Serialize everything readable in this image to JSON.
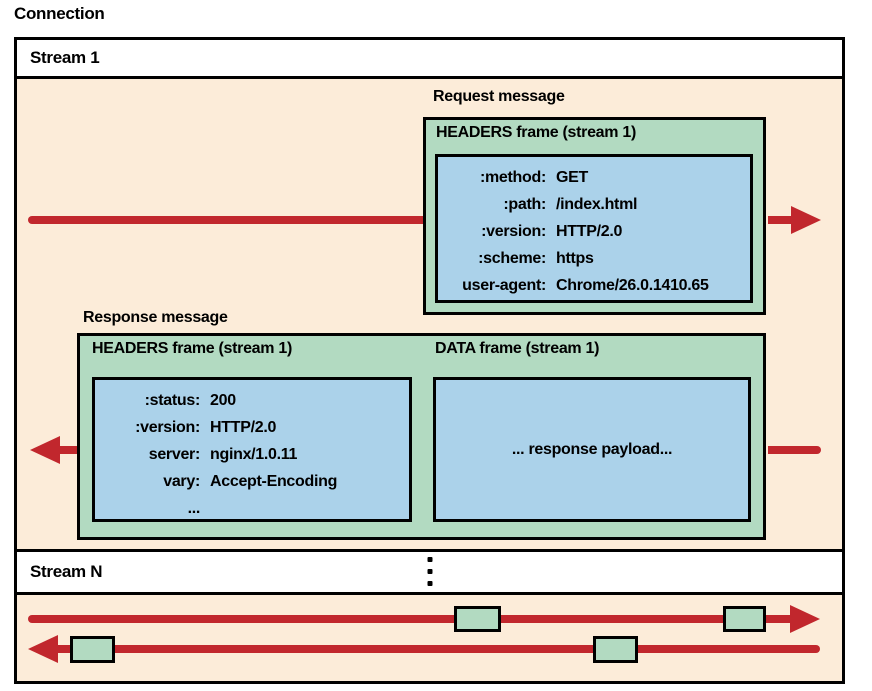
{
  "colors": {
    "background": "#ffffff",
    "stream_bg": "#fcecd9",
    "frame_green": "#b2dac1",
    "payload_blue": "#abd2ea",
    "arrow_red": "#c1272d",
    "border_black": "#000000"
  },
  "connection": {
    "label": "Connection"
  },
  "streams": {
    "stream1": {
      "label": "Stream 1"
    },
    "streamN": {
      "label": "Stream N"
    }
  },
  "request": {
    "label": "Request message",
    "frame_title": "HEADERS frame (stream 1)",
    "fields": [
      {
        "key": ":method:",
        "value": "GET"
      },
      {
        "key": ":path:",
        "value": "/index.html"
      },
      {
        "key": ":version:",
        "value": "HTTP/2.0"
      },
      {
        "key": ":scheme:",
        "value": "https"
      },
      {
        "key": "user-agent:",
        "value": "Chrome/26.0.1410.65"
      }
    ]
  },
  "response": {
    "label": "Response message",
    "headers_frame_title": "HEADERS frame (stream 1)",
    "data_frame_title": "DATA frame (stream 1)",
    "fields": [
      {
        "key": ":status:",
        "value": "200"
      },
      {
        "key": ":version:",
        "value": "HTTP/2.0"
      },
      {
        "key": "server:",
        "value": "nginx/1.0.11"
      },
      {
        "key": "vary:",
        "value": "Accept-Encoding"
      },
      {
        "key": "...",
        "value": ""
      }
    ],
    "payload_text": "... response payload..."
  }
}
